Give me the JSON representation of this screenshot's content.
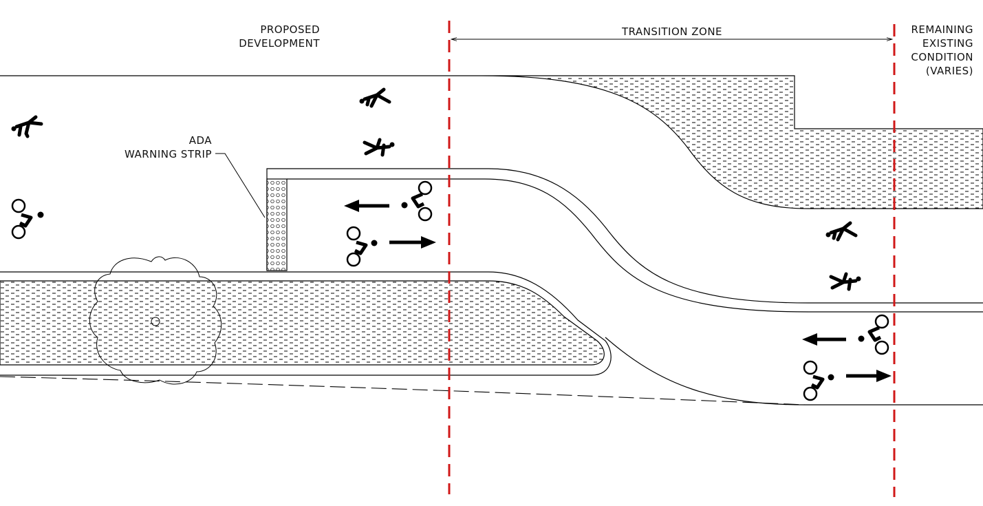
{
  "labels": {
    "proposed_line1": "PROPOSED",
    "proposed_line2": "DEVELOPMENT",
    "transition_zone": "TRANSITION ZONE",
    "remaining_line1": "REMAINING",
    "remaining_line2": "EXISTING",
    "remaining_line3": "CONDITION",
    "remaining_line4": "(VARIES)",
    "ada_line1": "ADA",
    "ada_line2": "WARNING STRIP"
  },
  "colors": {
    "boundary": "#d01818",
    "ink": "#000000"
  }
}
